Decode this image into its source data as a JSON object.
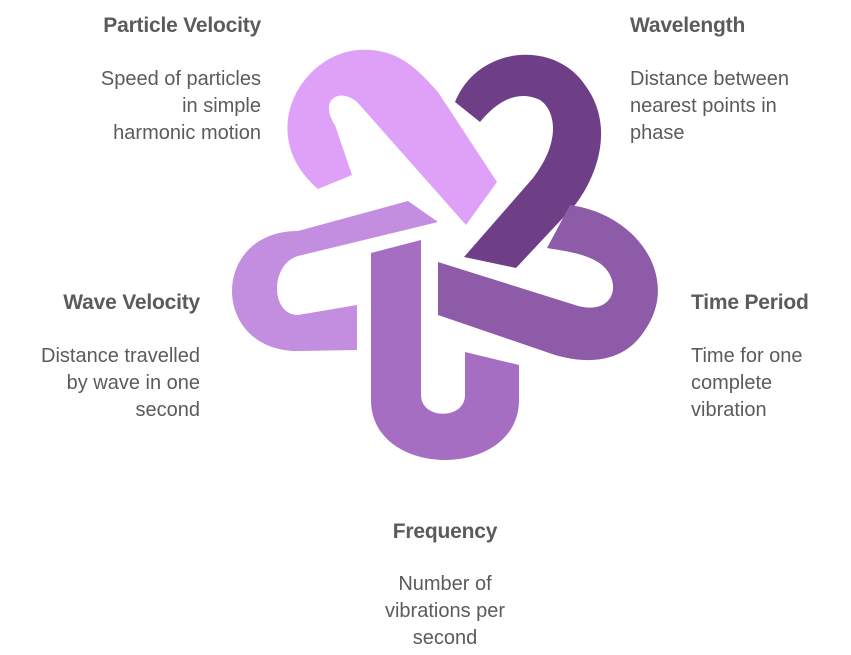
{
  "nodes": {
    "particle_velocity": {
      "title": "Particle Velocity",
      "lines": [
        "Speed of particles",
        "in simple",
        "harmonic motion"
      ],
      "color": "#dfa0f8"
    },
    "wavelength": {
      "title": "Wavelength",
      "lines": [
        "Distance between",
        "nearest points in",
        "phase"
      ],
      "color": "#6e3f87"
    },
    "time_period": {
      "title": "Time Period",
      "lines": [
        "Time for one",
        "complete",
        "vibration"
      ],
      "color": "#8e5ba8"
    },
    "frequency": {
      "title": "Frequency",
      "lines": [
        "Number of",
        "vibrations per",
        "second"
      ],
      "color": "#a66ec3"
    },
    "wave_velocity": {
      "title": "Wave Velocity",
      "lines": [
        "Distance travelled",
        "by wave in one",
        "second"
      ],
      "color": "#c38ee0"
    }
  }
}
